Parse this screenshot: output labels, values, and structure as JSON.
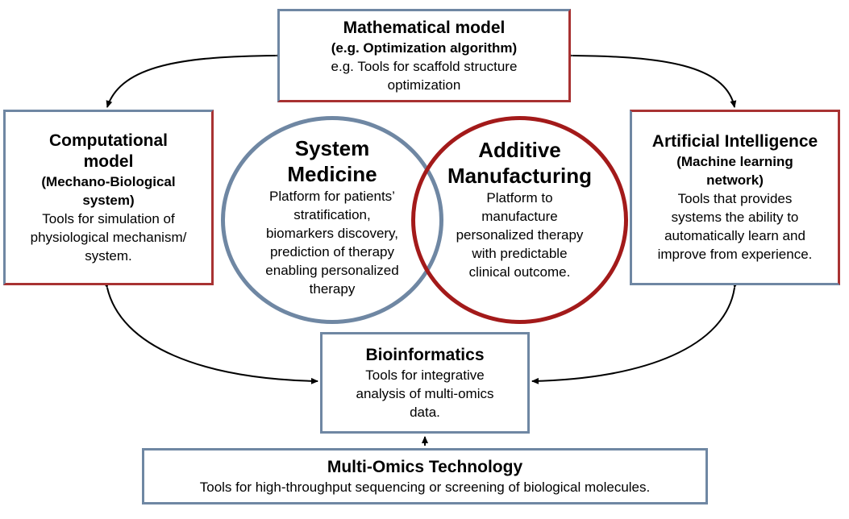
{
  "math_model": {
    "title": "Mathematical model",
    "subtitle": "(e.g. Optimization algorithm)",
    "desc": "e.g. Tools for scaffold structure\noptimization"
  },
  "computational_model": {
    "title": "Computational\nmodel",
    "subtitle": "(Mechano-Biological\nsystem)",
    "desc": "Tools for simulation of\nphysiological mechanism/\nsystem."
  },
  "system_medicine": {
    "title": "System\nMedicine",
    "desc": "Platform for patients’\nstratification,\nbiomarkers discovery,\nprediction of therapy\nenabling personalized\ntherapy"
  },
  "additive_manufacturing": {
    "title": "Additive\nManufacturing",
    "desc": "Platform to\nmanufacture\npersonalized therapy\nwith predictable\nclinical outcome."
  },
  "artificial_intelligence": {
    "title": "Artificial Intelligence",
    "subtitle": "(Machine learning\nnetwork)",
    "desc": "Tools that provides\nsystems the ability to\nautomatically learn and\nimprove from experience."
  },
  "bioinformatics": {
    "title": "Bioinformatics",
    "desc": "Tools for integrative\nanalysis of multi-omics\ndata."
  },
  "multi_omics": {
    "title": "Multi-Omics Technology",
    "desc": "Tools for high-throughput sequencing or screening of biological molecules."
  },
  "colors": {
    "blue_border": "#6f87a3",
    "red_border": "#a83232",
    "circle_red": "#a31a1a"
  }
}
